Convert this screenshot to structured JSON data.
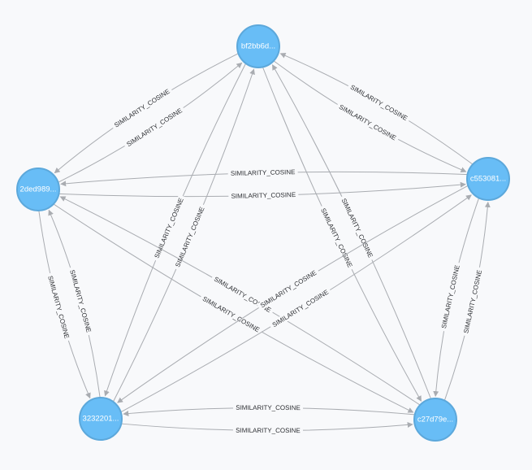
{
  "graph": {
    "nodes": [
      {
        "id": "n_bf",
        "caption": "bf2bb6d..."
      },
      {
        "id": "n_2d",
        "caption": "2ded989..."
      },
      {
        "id": "n_c5",
        "caption": "c553081..."
      },
      {
        "id": "n_32",
        "caption": "3232201..."
      },
      {
        "id": "n_c2",
        "caption": "c27d79e..."
      }
    ],
    "relationships": [
      {
        "from": "n_bf",
        "to": "n_2d",
        "type": "SIMILARITY_COSINE"
      },
      {
        "from": "n_2d",
        "to": "n_bf",
        "type": "SIMILARITY_COSINE"
      },
      {
        "from": "n_bf",
        "to": "n_c5",
        "type": "SIMILARITY_COSINE"
      },
      {
        "from": "n_c5",
        "to": "n_bf",
        "type": "SIMILARITY_COSINE"
      },
      {
        "from": "n_c5",
        "to": "n_2d",
        "type": "SIMILARITY_COSINE"
      },
      {
        "from": "n_2d",
        "to": "n_c5",
        "type": "SIMILARITY_COSINE"
      },
      {
        "from": "n_2d",
        "to": "n_32",
        "type": "SIMILARITY_COSINE"
      },
      {
        "from": "n_32",
        "to": "n_2d",
        "type": "SIMILARITY_COSINE"
      },
      {
        "from": "n_32",
        "to": "n_bf",
        "type": "SIMILARITY_COSINE"
      },
      {
        "from": "n_bf",
        "to": "n_32",
        "type": "SIMILARITY_COSINE"
      },
      {
        "from": "n_c2",
        "to": "n_bf",
        "type": "SIMILARITY_COSINE"
      },
      {
        "from": "n_bf",
        "to": "n_c2",
        "type": "SIMILARITY_COSINE"
      },
      {
        "from": "n_2d",
        "to": "n_c2",
        "type": "SIMILARITY_COSINE"
      },
      {
        "from": "n_c2",
        "to": "n_2d",
        "type": "SIMILARITY_COSINE"
      },
      {
        "from": "n_32",
        "to": "n_c5",
        "type": "SIMILARITY_COSINE"
      },
      {
        "from": "n_c5",
        "to": "n_32",
        "type": "SIMILARITY_COSINE"
      },
      {
        "from": "n_c5",
        "to": "n_c2",
        "type": "SIMILARITY_COSINE"
      },
      {
        "from": "n_c2",
        "to": "n_c5",
        "type": "SIMILARITY_COSINE"
      },
      {
        "from": "n_32",
        "to": "n_c2",
        "type": "SIMILARITY_COSINE"
      },
      {
        "from": "n_c2",
        "to": "n_32",
        "type": "SIMILARITY_COSINE"
      }
    ]
  },
  "colors": {
    "node_fill": "#68bdf6",
    "node_stroke": "#5ca8db",
    "edge": "#a9acb1",
    "background": "#f8f9fb"
  }
}
